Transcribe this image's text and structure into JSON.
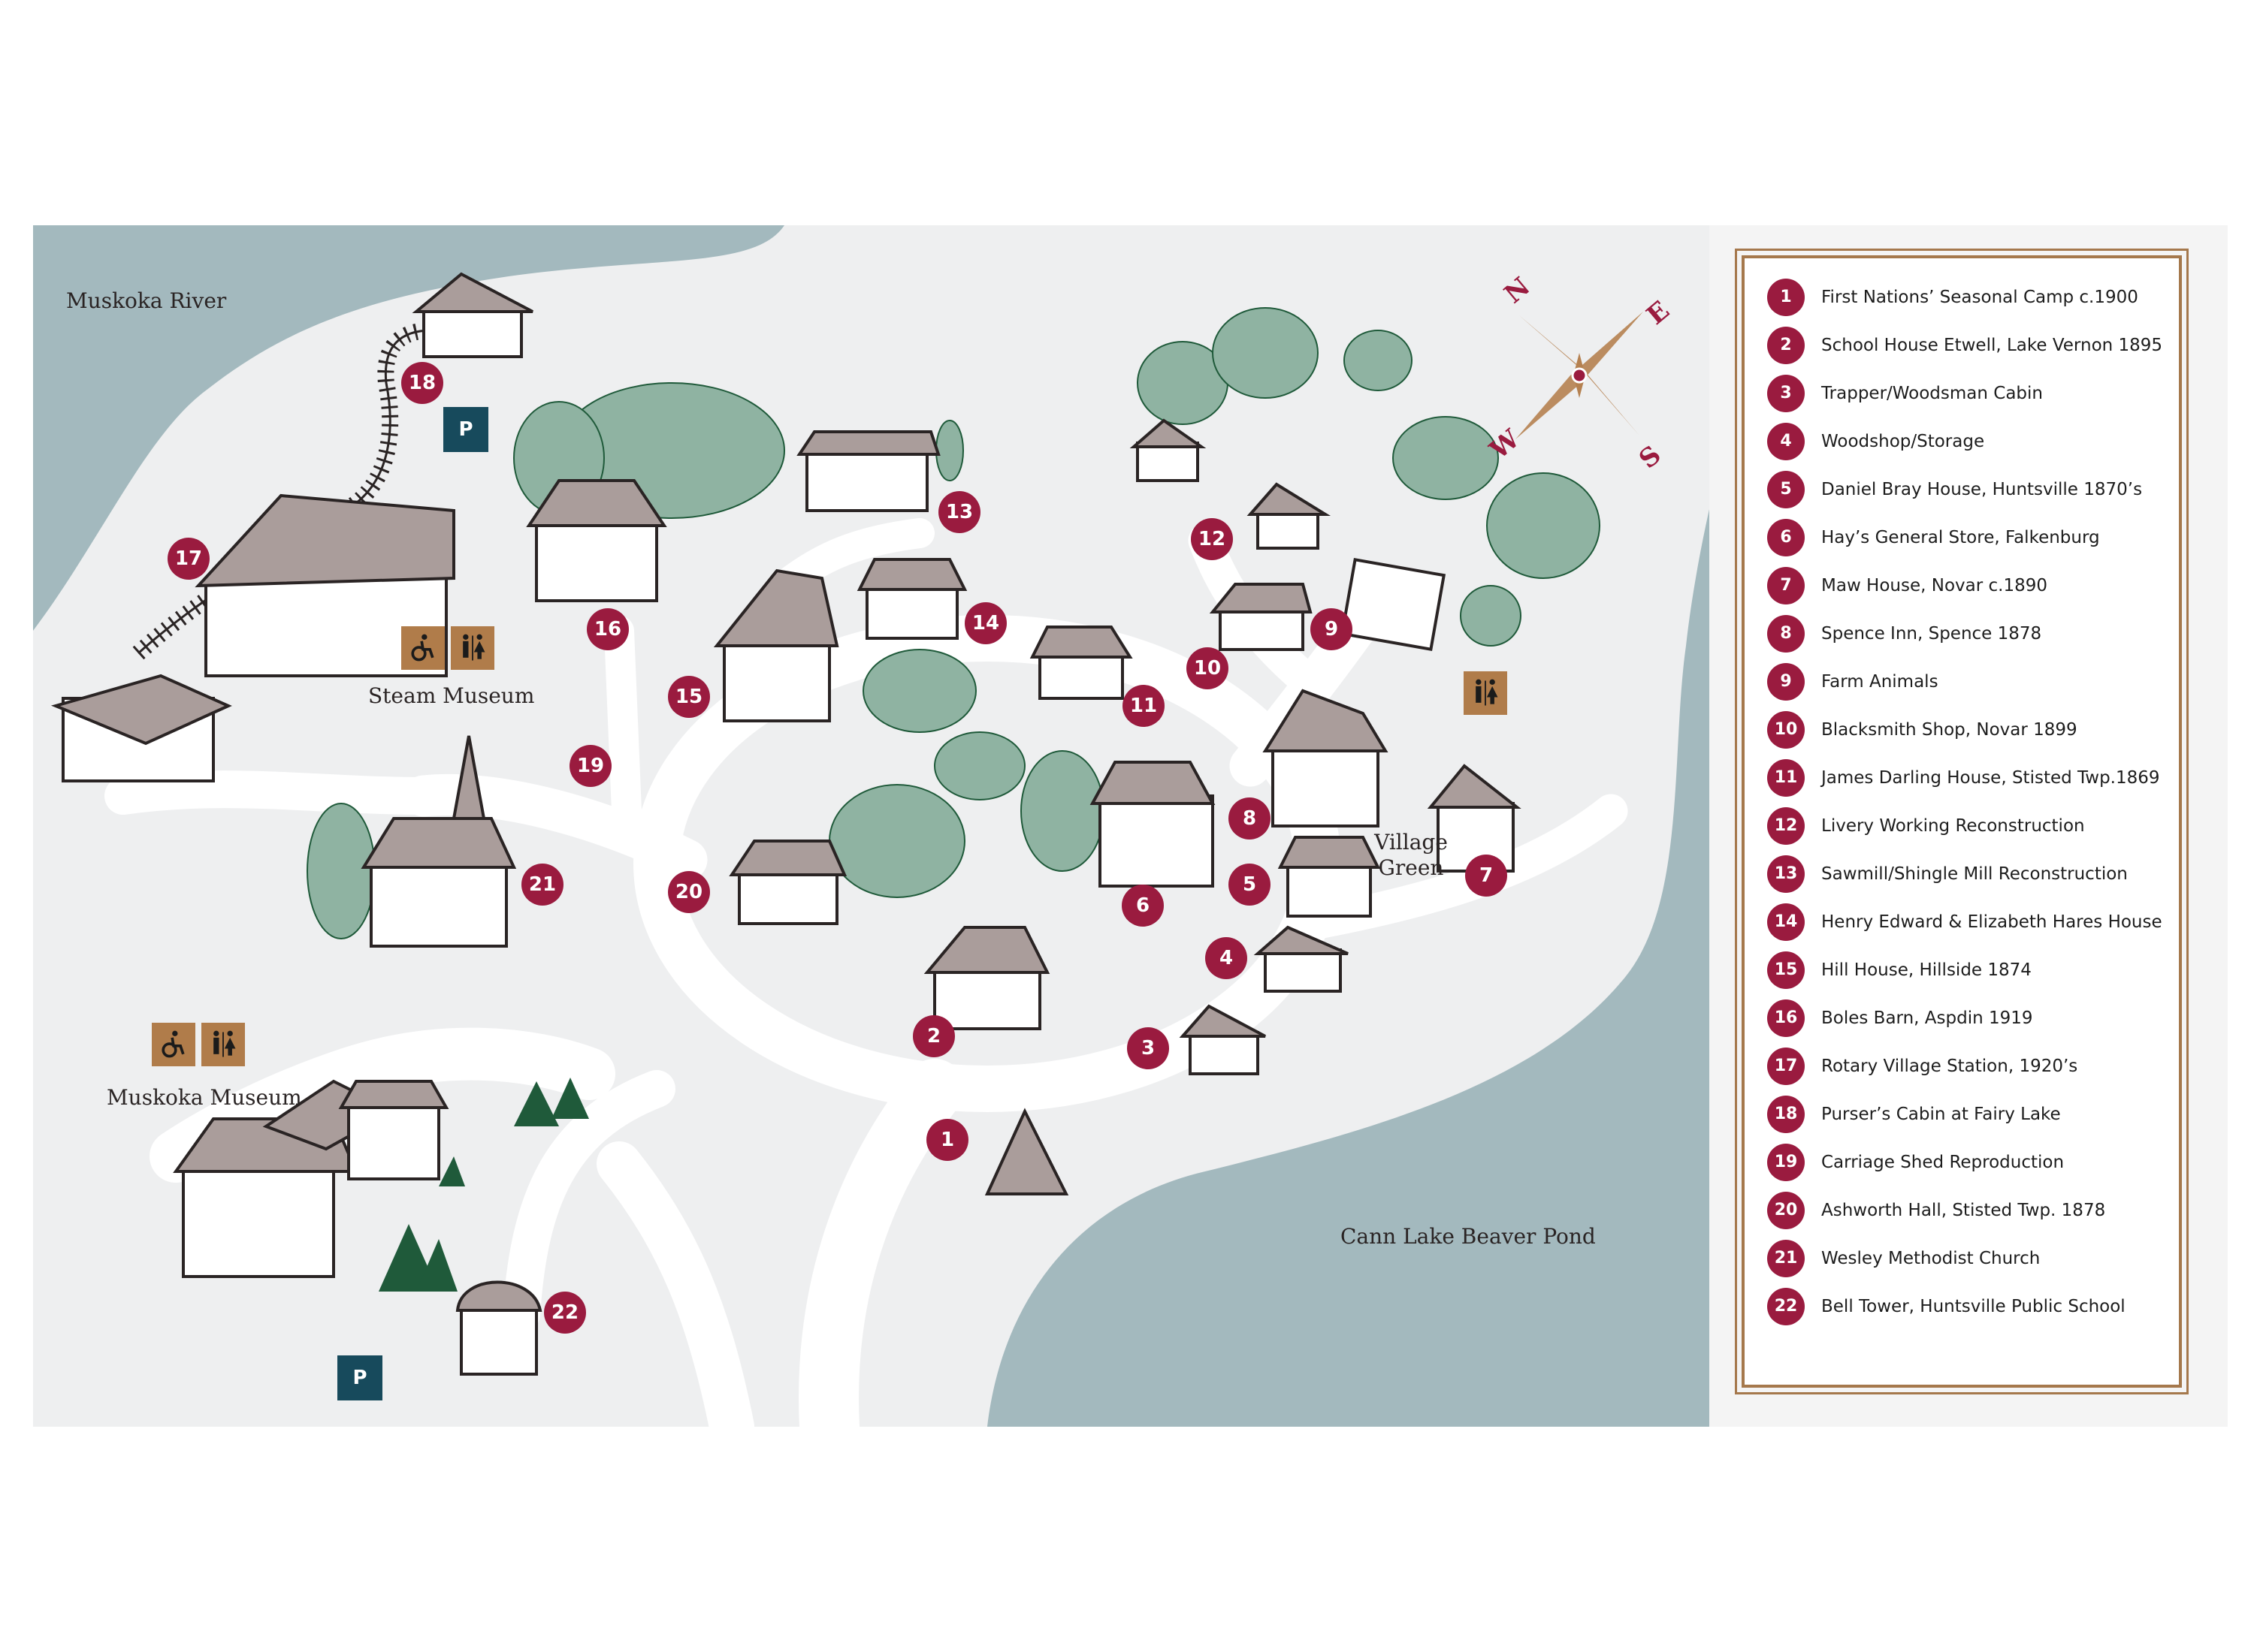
{
  "map": {
    "labels": {
      "muskoka_river": "Muskoka River",
      "steam_museum": "Steam Museum",
      "muskoka_museum": "Muskoka Museum",
      "village_green": "Village Green",
      "cann_lake": "Cann Lake Beaver Pond"
    },
    "compass": {
      "n": "N",
      "e": "E",
      "s": "S",
      "w": "W"
    },
    "parking_label": "P",
    "markers": [
      "1",
      "2",
      "3",
      "4",
      "5",
      "6",
      "7",
      "8",
      "9",
      "10",
      "11",
      "12",
      "13",
      "14",
      "15",
      "16",
      "17",
      "18",
      "19",
      "20",
      "21",
      "22"
    ],
    "amenity_icons": [
      "accessible-icon",
      "restroom-icon"
    ]
  },
  "legend": {
    "items": [
      {
        "number": "1",
        "label": "First Nations’ Seasonal Camp c.1900"
      },
      {
        "number": "2",
        "label": "School House Etwell, Lake Vernon 1895"
      },
      {
        "number": "3",
        "label": "Trapper/Woodsman Cabin"
      },
      {
        "number": "4",
        "label": "Woodshop/Storage"
      },
      {
        "number": "5",
        "label": "Daniel Bray House, Huntsville 1870’s"
      },
      {
        "number": "6",
        "label": "Hay’s General Store, Falkenburg"
      },
      {
        "number": "7",
        "label": "Maw House, Novar c.1890"
      },
      {
        "number": "8",
        "label": "Spence Inn, Spence 1878"
      },
      {
        "number": "9",
        "label": "Farm Animals"
      },
      {
        "number": "10",
        "label": "Blacksmith Shop, Novar 1899"
      },
      {
        "number": "11",
        "label": "James Darling House, Stisted Twp.1869"
      },
      {
        "number": "12",
        "label": "Livery Working Reconstruction"
      },
      {
        "number": "13",
        "label": "Sawmill/Shingle Mill Reconstruction"
      },
      {
        "number": "14",
        "label": "Henry Edward & Elizabeth Hares House"
      },
      {
        "number": "15",
        "label": "Hill House, Hillside 1874"
      },
      {
        "number": "16",
        "label": "Boles Barn, Aspdin 1919"
      },
      {
        "number": "17",
        "label": "Rotary Village Station, 1920’s"
      },
      {
        "number": "18",
        "label": "Purser’s Cabin at Fairy Lake"
      },
      {
        "number": "19",
        "label": "Carriage Shed Reproduction"
      },
      {
        "number": "20",
        "label": "Ashworth Hall, Stisted Twp. 1878"
      },
      {
        "number": "21",
        "label": "Wesley Methodist Church"
      },
      {
        "number": "22",
        "label": "Bell Tower, Huntsville Public School"
      }
    ]
  },
  "colors": {
    "water": "#a3b9be",
    "ground": "#eeeff0",
    "path": "#ffffff",
    "marker": "#9a1b3f",
    "parking": "#174a5c",
    "amenity": "#b07c4a",
    "tree": "#8fb3a2",
    "pine": "#1f5a3a",
    "roof": "#aa9d9b",
    "compass": "#b58150",
    "legend_border": "#a5784c"
  }
}
